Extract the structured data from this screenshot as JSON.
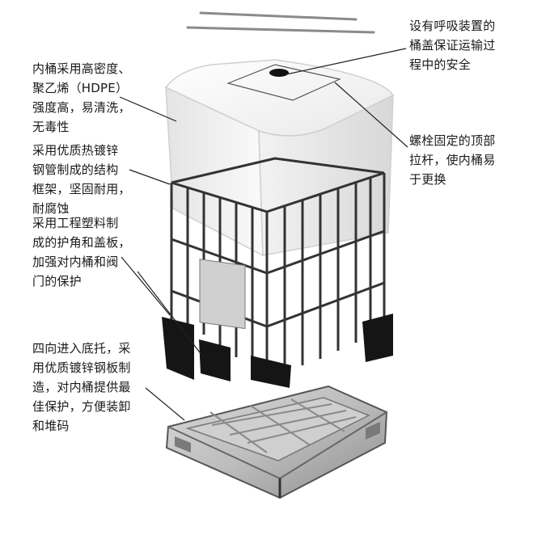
{
  "callouts": {
    "inner_tank": "内桶采用高密度、\n聚乙烯（HDPE）\n强度高，易清洗，\n无毒性",
    "frame": "采用优质热镀锌\n钢管制成的结构\n框架，坚固耐用，\n耐腐蚀",
    "plastic_parts": "采用工程塑料制\n成的护角和盖板，\n加强对内桶和阀\n门的保护",
    "pallet": "四向进入底托，采\n用优质镀锌钢板制\n造，对内桶提供最\n佳保护，方便装卸\n和堆码",
    "lid": "设有呼吸装置的\n桶盖保证运输过\n程中的安全",
    "rods": "螺栓固定的顶部\n拉杆，使内桶易\n于更换"
  },
  "colors": {
    "text": "#1a1a1a",
    "tank": "#f3f3f3",
    "frame_metal": "#3a3a3a",
    "plastic_black": "#151515",
    "pallet_metal": "#9a9a9a"
  }
}
